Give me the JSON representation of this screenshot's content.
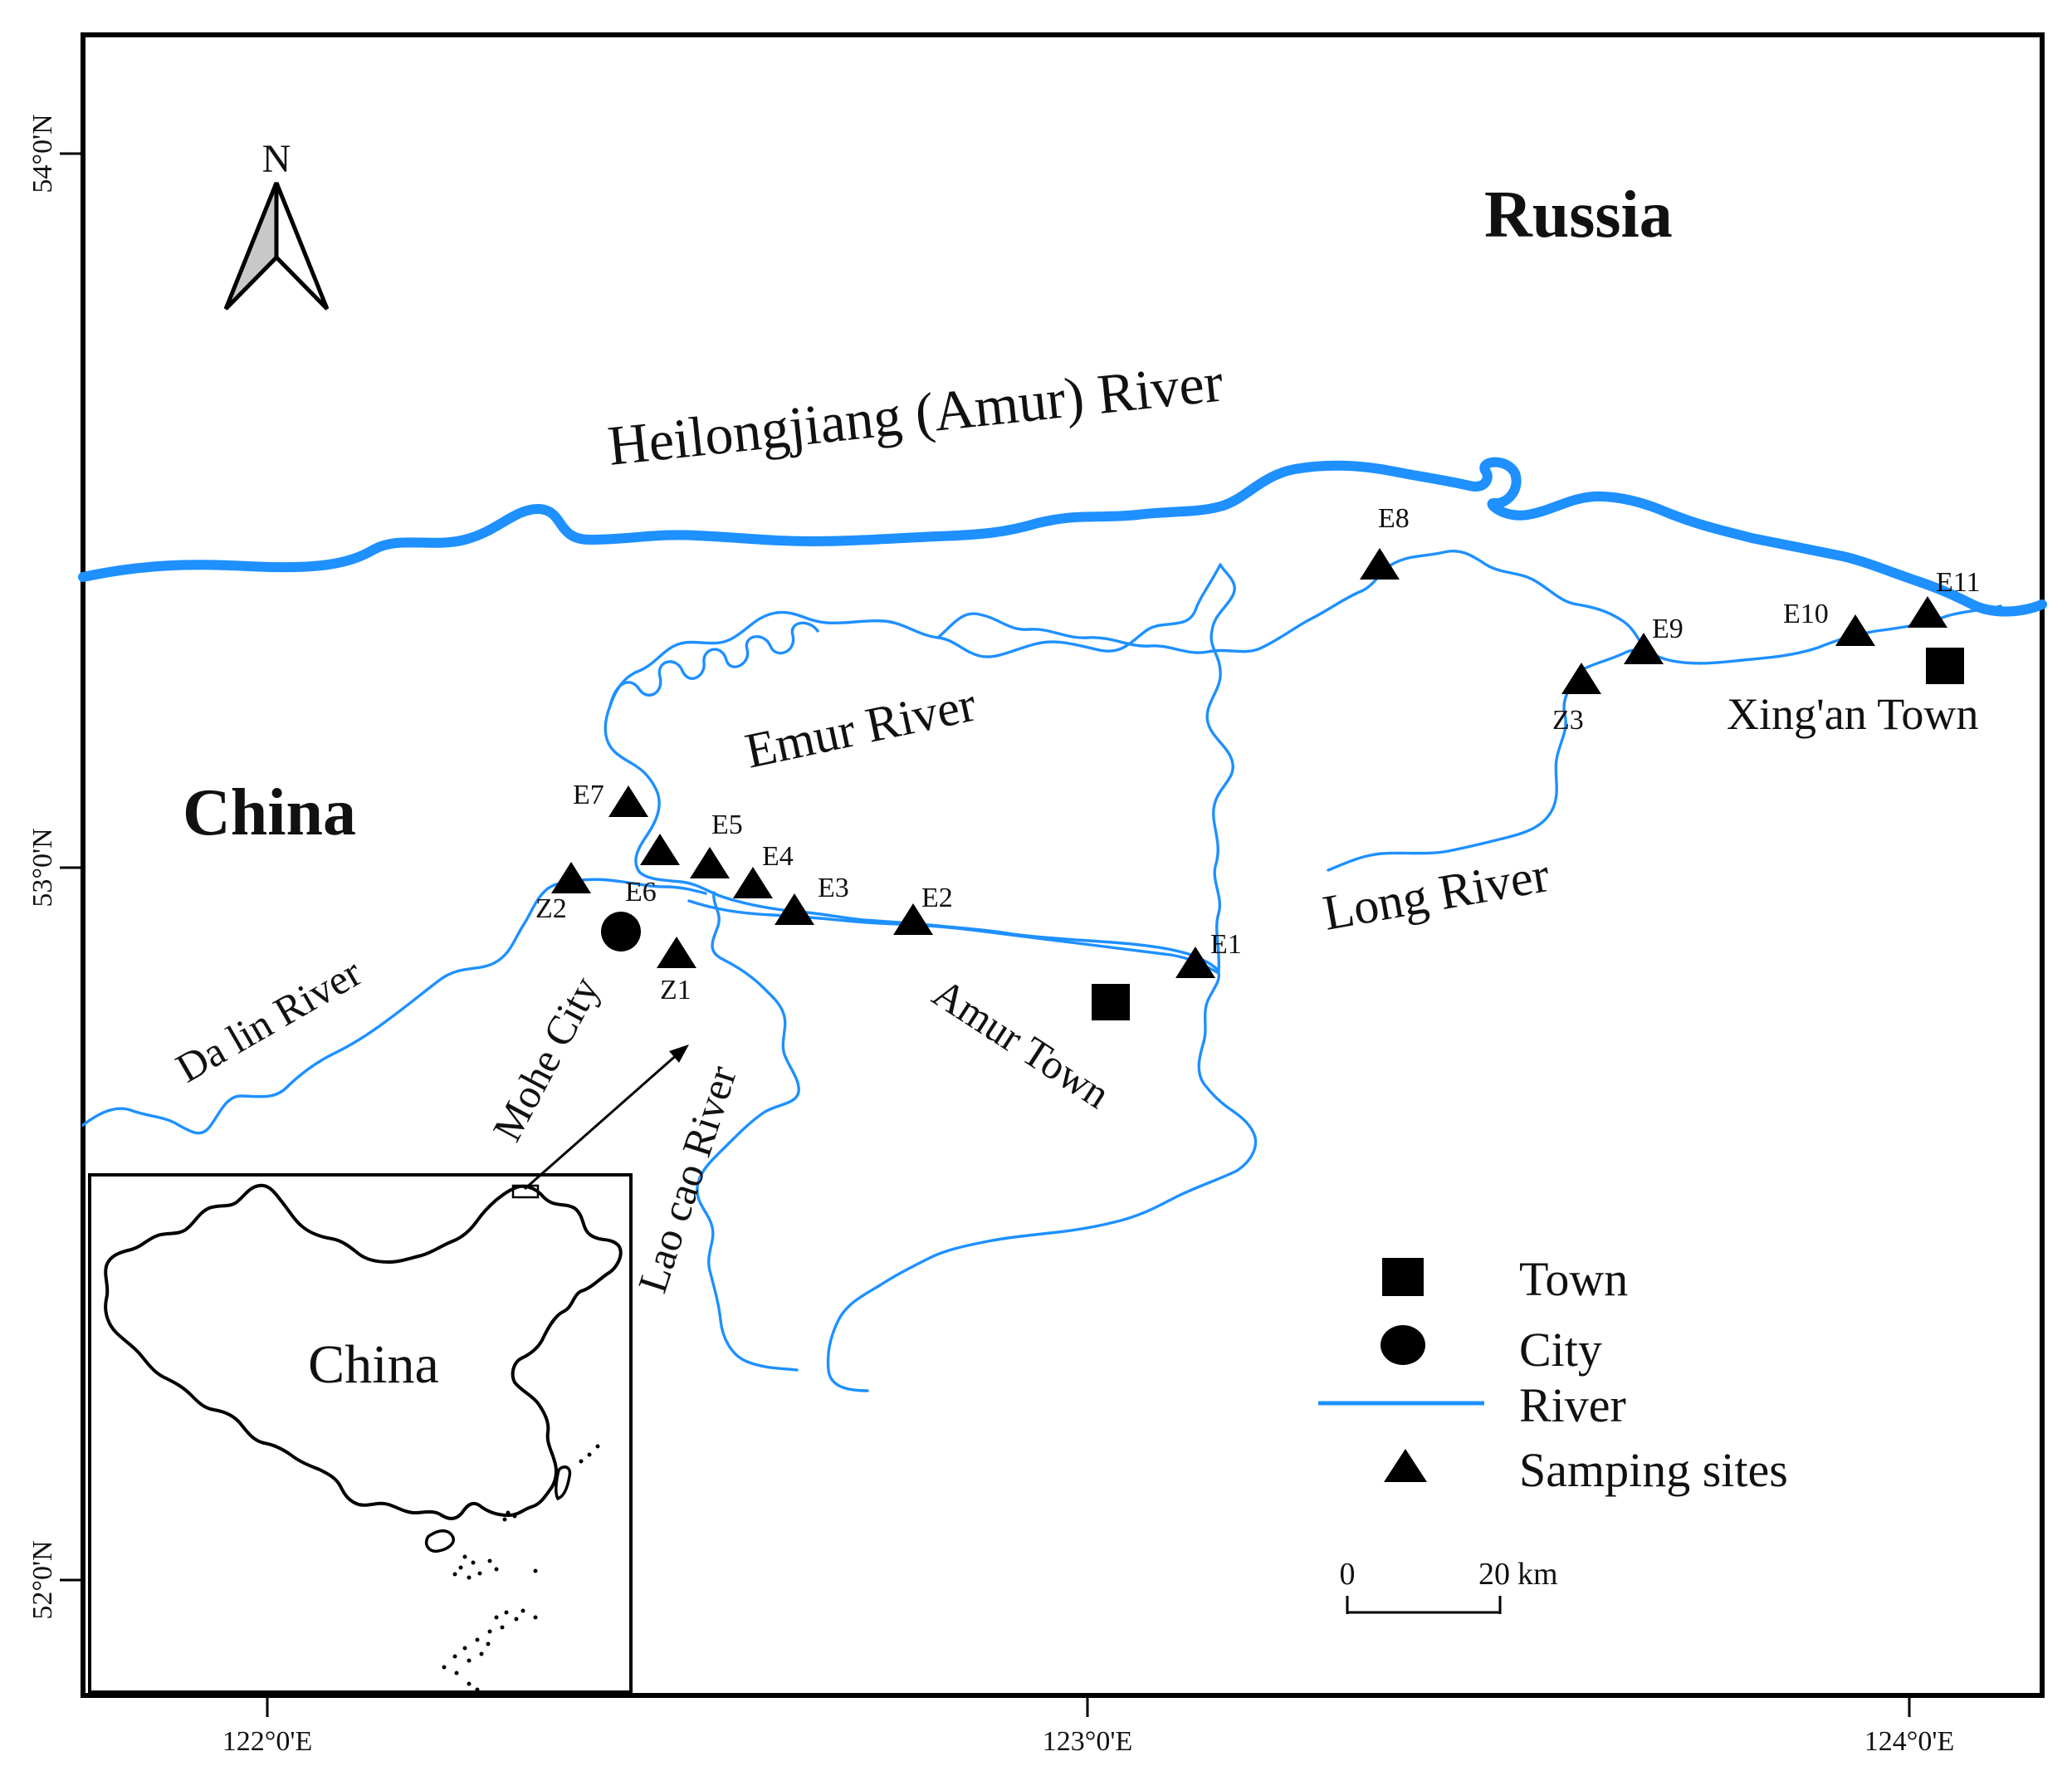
{
  "map": {
    "north_label": "N",
    "countries": {
      "russia": "Russia",
      "china": "China",
      "inset": "China"
    },
    "rivers": {
      "main": "Heilongjiang (Amur) River",
      "emur": "Emur River",
      "long": "Long River",
      "dalin": "Da lin River",
      "laocao": "Lao cao River"
    },
    "places": {
      "mohe": "Mohe City",
      "amur_town": "Amur Town",
      "xingan": "Xing'an Town"
    },
    "sites": {
      "E1": "E1",
      "E2": "E2",
      "E3": "E3",
      "E4": "E4",
      "E5": "E5",
      "E6": "E6",
      "E7": "E7",
      "E8": "E8",
      "E9": "E9",
      "E10": "E10",
      "E11": "E11",
      "Z1": "Z1",
      "Z2": "Z2",
      "Z3": "Z3"
    },
    "lat_ticks": [
      "54°0'N",
      "53°0'N",
      "52°0'N"
    ],
    "lon_ticks": [
      "122°0'E",
      "123°0'E",
      "124°0'E"
    ],
    "legend": {
      "town": "Town",
      "city": "City",
      "river": "River",
      "sites": "Samping sites"
    },
    "scale_bar": {
      "zero": "0",
      "twenty": "20",
      "unit": "km"
    },
    "colors": {
      "river": "#1e90ff",
      "ink": "#000000"
    }
  }
}
